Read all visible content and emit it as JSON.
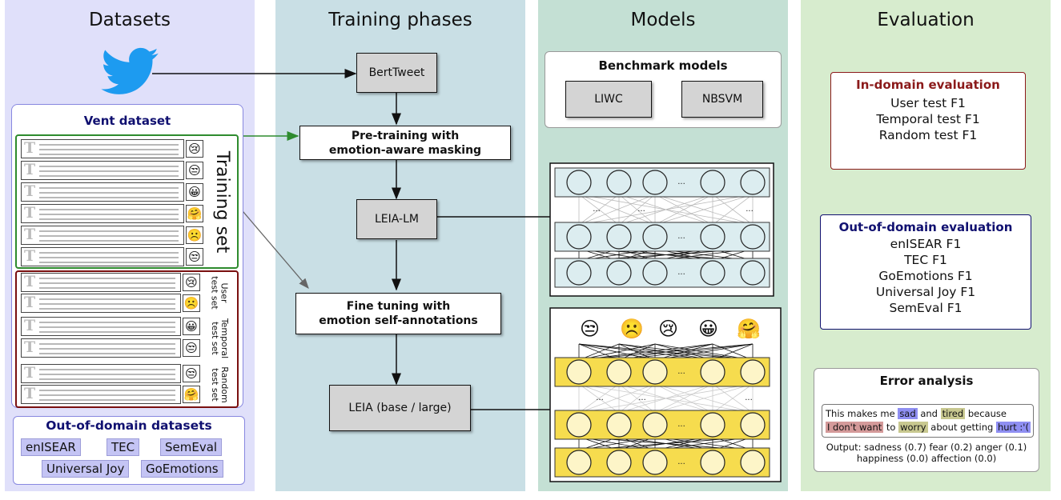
{
  "panels": {
    "datasets": "Datasets",
    "training": "Training phases",
    "models": "Models",
    "evaluation": "Evaluation"
  },
  "datasets": {
    "vent_title": "Vent dataset",
    "training_label": "Training set",
    "training_emojis": [
      "😢",
      "😒",
      "😀",
      "🤗",
      "☹️",
      "😒"
    ],
    "test_sets": [
      {
        "label_1": "User",
        "label_2": "test set",
        "emojis": [
          "😢",
          "☹️"
        ]
      },
      {
        "label_1": "Temporal",
        "label_2": "test set",
        "emojis": [
          "😀",
          "😒"
        ]
      },
      {
        "label_1": "Random",
        "label_2": "test set",
        "emojis": [
          "😒",
          "🤗"
        ]
      }
    ],
    "ood_title": "Out-of-domain datasets",
    "ood_tags": [
      "enISEAR",
      "TEC",
      "SemEval",
      "Universal Joy",
      "GoEmotions"
    ]
  },
  "training": {
    "bertweet": "BertTweet",
    "pretraining_1": "Pre-training with",
    "pretraining_2": "emotion-aware masking",
    "leia_lm": "LEIA-LM",
    "finetune_1": "Fine tuning with",
    "finetune_2": "emotion self-annotations",
    "leia": "LEIA (base / large)"
  },
  "models": {
    "benchmark_title": "Benchmark models",
    "liwc": "LIWC",
    "nbsvm": "NBSVM",
    "ellipsis": "...",
    "output_emojis": [
      "😒",
      "☹️",
      "😢",
      "😀",
      "🤗"
    ]
  },
  "evaluation": {
    "in_domain_title": "In-domain evaluation",
    "in_domain_items": [
      "User test F1",
      "Temporal test F1",
      "Random test F1"
    ],
    "ood_title": "Out-of-domain evaluation",
    "ood_items": [
      "enISEAR F1",
      "TEC F1",
      "GoEmotions F1",
      "Universal Joy F1",
      "SemEval F1"
    ],
    "error_title": "Error analysis",
    "example": {
      "w1": "This makes me",
      "w2": "sad",
      "w3": "and",
      "w4": "tired",
      "w5": "because",
      "w6": "I don't want",
      "w7": "to",
      "w8": "worry",
      "w9": "about getting",
      "w10": "hurt :'("
    },
    "output_1": "Output: sadness (0.7) fear (0.2) anger (0.1)",
    "output_2": "happiness (0.0)  affection (0.0)"
  },
  "colors": {
    "training_border": "#2e8b2e",
    "test_border": "#7a1010",
    "in_domain": "#8b1a1a",
    "ood": "#101070",
    "neuron_fill_lm": "#dcedf0",
    "neuron_fill_leia": "#fdf5c8",
    "hl_blue": "#8f8ff2",
    "hl_olive": "#c8c890",
    "hl_red": "#d49a9a"
  }
}
